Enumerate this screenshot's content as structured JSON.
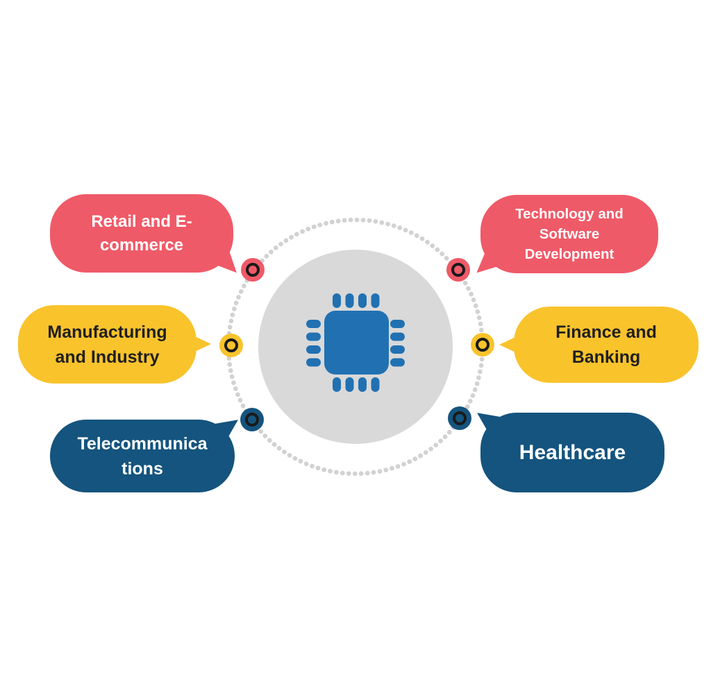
{
  "diagram": {
    "type": "radial-infographic",
    "center_icon": "microchip-icon",
    "colors": {
      "pink": "#EF5A68",
      "yellow": "#F9C32C",
      "dark_blue": "#14547E",
      "chip_blue": "#2171B2",
      "center_circle_gray": "#D9D9D9",
      "dotted_ring_gray": "#D2D2D2",
      "marker_ring_dark": "#1A1A1A",
      "text_on_pink": "#FFFFFF",
      "text_on_yellow": "#1F1F1F",
      "text_on_blue": "#FFFFFF",
      "background": "#FFFFFF"
    },
    "bubbles": [
      {
        "id": "retail-ecommerce",
        "label": "Retail and E-\ncommerce",
        "color": "#EF5A68",
        "position": "top-left"
      },
      {
        "id": "technology-software-development",
        "label": "Technology and\nSoftware\nDevelopment",
        "color": "#EF5A68",
        "position": "top-right"
      },
      {
        "id": "manufacturing-industry",
        "label": "Manufacturing\nand Industry",
        "color": "#F9C32C",
        "position": "middle-left"
      },
      {
        "id": "finance-banking",
        "label": "Finance and\nBanking",
        "color": "#F9C32C",
        "position": "middle-right"
      },
      {
        "id": "telecommunications",
        "label": "Telecommunica\ntions",
        "color": "#14547E",
        "position": "bottom-left"
      },
      {
        "id": "healthcare",
        "label": "Healthcare",
        "color": "#14547E",
        "position": "bottom-right"
      }
    ],
    "markers": [
      {
        "id": "marker-retail",
        "color": "#EF5A68"
      },
      {
        "id": "marker-technology",
        "color": "#EF5A68"
      },
      {
        "id": "marker-manufacturing",
        "color": "#F9C32C"
      },
      {
        "id": "marker-finance",
        "color": "#F9C32C"
      },
      {
        "id": "marker-telecom",
        "color": "#14547E"
      },
      {
        "id": "marker-healthcare",
        "color": "#14547E"
      }
    ]
  }
}
